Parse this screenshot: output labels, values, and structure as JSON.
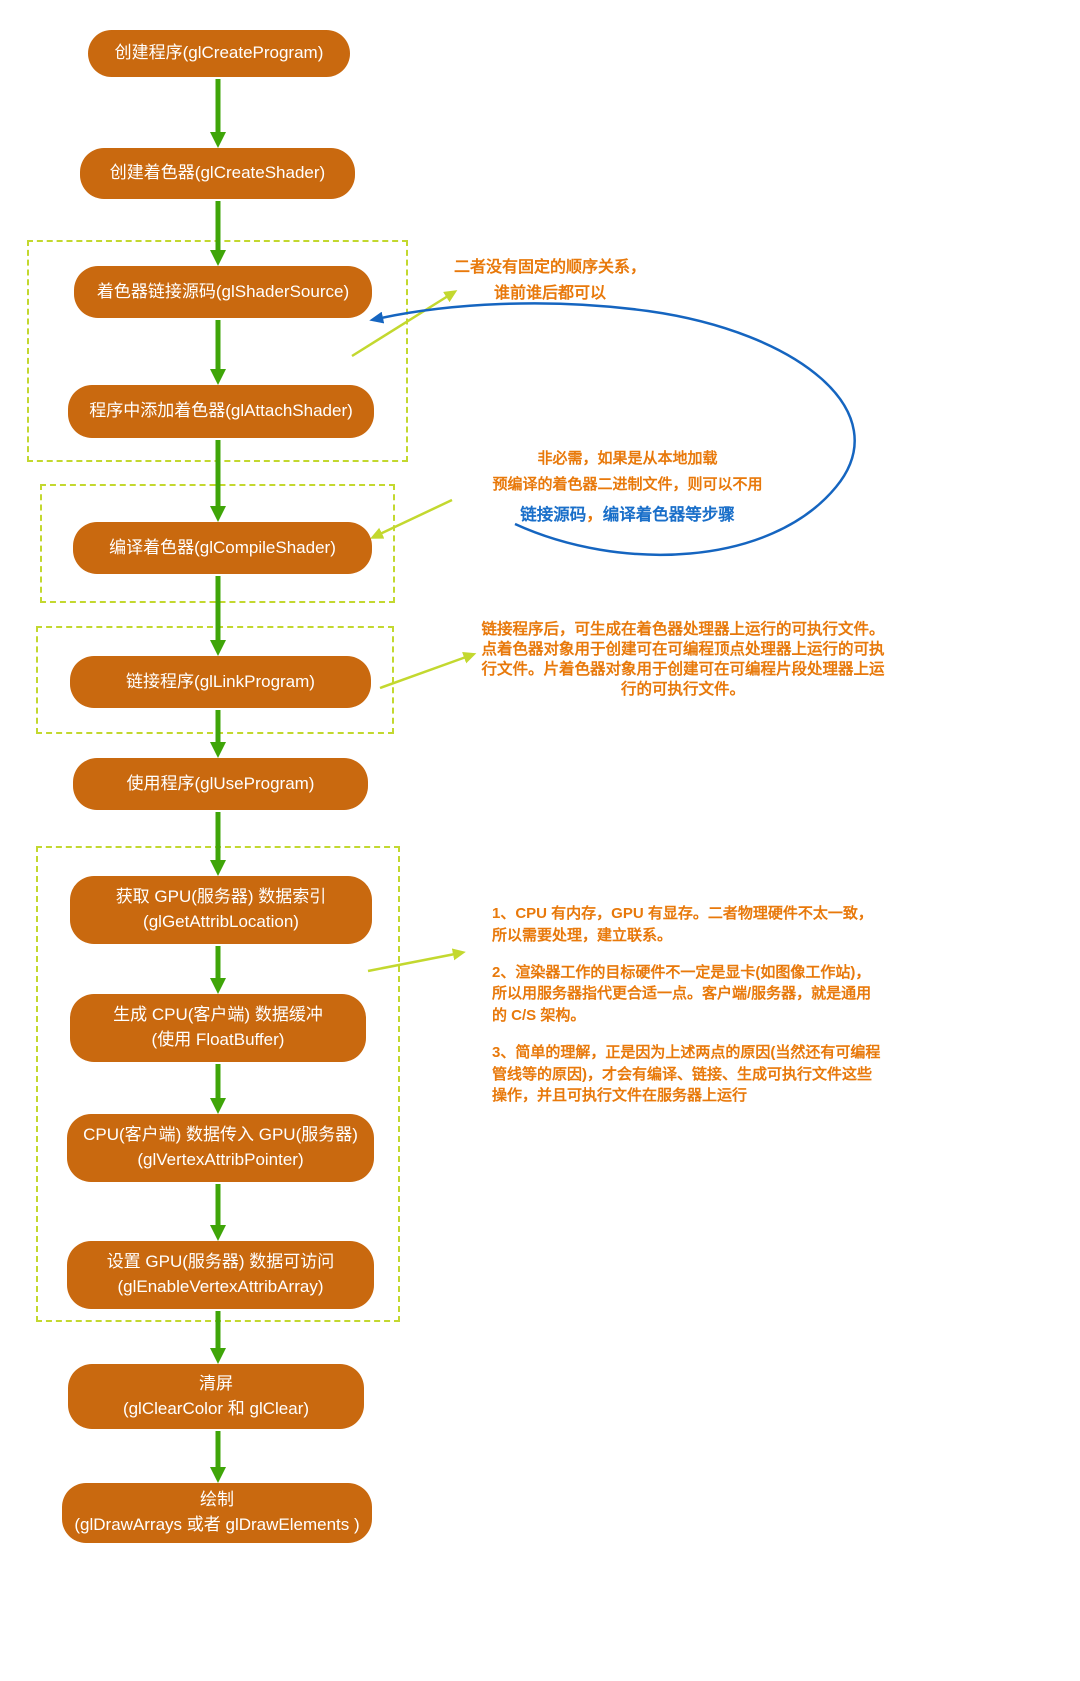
{
  "colors": {
    "box_bg": "#C9690F",
    "box_text": "#FFFFFF",
    "flow_arrow_green": "#3FA508",
    "dashed_group": "#C3D82F",
    "note_orange": "#E8790B",
    "note_blue": "#1A6FC9",
    "loop_arrow_blue": "#1565C0",
    "background": "#FFFFFF"
  },
  "nodes": [
    {
      "id": "create-program",
      "lines": [
        "创建程序(glCreateProgram)"
      ]
    },
    {
      "id": "create-shader",
      "lines": [
        "创建着色器(glCreateShader)"
      ]
    },
    {
      "id": "shader-source",
      "lines": [
        "着色器链接源码(glShaderSource)"
      ]
    },
    {
      "id": "attach-shader",
      "lines": [
        "程序中添加着色器(glAttachShader)"
      ]
    },
    {
      "id": "compile-shader",
      "lines": [
        "编译着色器(glCompileShader)"
      ]
    },
    {
      "id": "link-program",
      "lines": [
        "链接程序(glLinkProgram)"
      ]
    },
    {
      "id": "use-program",
      "lines": [
        "使用程序(glUseProgram)"
      ]
    },
    {
      "id": "get-attrib-location",
      "lines": [
        "获取 GPU(服务器) 数据索引",
        "(glGetAttribLocation)"
      ]
    },
    {
      "id": "float-buffer",
      "lines": [
        "生成 CPU(客户端) 数据缓冲",
        "(使用 FloatBuffer)"
      ]
    },
    {
      "id": "vertex-attrib-pointer",
      "lines": [
        "CPU(客户端) 数据传入 GPU(服务器)",
        "(glVertexAttribPointer)"
      ]
    },
    {
      "id": "enable-vertex-attrib-array",
      "lines": [
        "设置 GPU(服务器) 数据可访问",
        "(glEnableVertexAttribArray)"
      ]
    },
    {
      "id": "clear-screen",
      "lines": [
        "清屏",
        "(glClearColor 和 glClear)"
      ]
    },
    {
      "id": "draw",
      "lines": [
        "绘制",
        "(glDrawArrays 或者 glDrawElements )"
      ]
    }
  ],
  "notes": {
    "order": {
      "lines": [
        "二者没有固定的顺序关系，",
        "谁前谁后都可以"
      ]
    },
    "optional": {
      "lines": [
        "非必需，如果是从本地加载",
        "预编译的着色器二进制文件，则可以不用"
      ],
      "blue1": "链接源码",
      "sep": "，",
      "blue2": "编译着色器等步骤"
    },
    "link": {
      "text": "链接程序后，可生成在着色器处理器上运行的可执行文件。点着色器对象用于创建可在可编程顶点处理器上运行的可执行文件。片着色器对象用于创建可在可编程片段处理器上运行的可执行文件。"
    },
    "gpu": {
      "items": [
        "1、CPU 有内存，GPU 有显存。二者物理硬件不太一致，所以需要处理，建立联系。",
        "2、渲染器工作的目标硬件不一定是显卡(如图像工作站)，所以用服务器指代更合适一点。客户端/服务器，就是通用的 C/S 架构。",
        "3、简单的理解，正是因为上述两点的原因(当然还有可编程管线等的原因)，才会有编译、链接、生成可执行文件这些操作，并且可执行文件在服务器上运行"
      ]
    }
  }
}
